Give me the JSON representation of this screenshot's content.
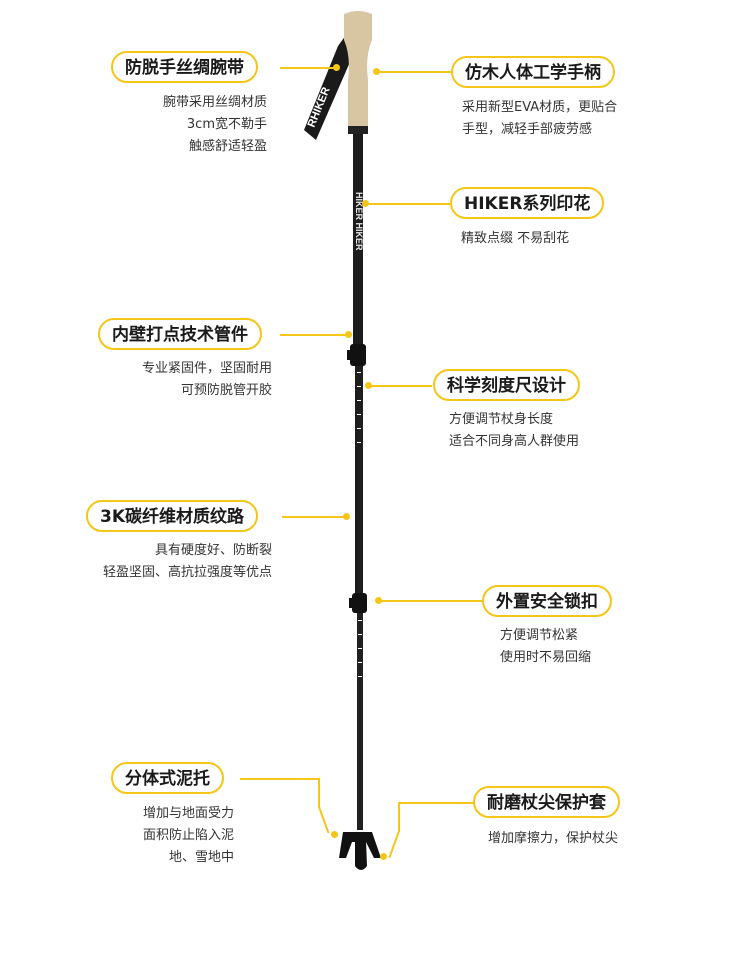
{
  "features": [
    {
      "id": "strap",
      "title": "防脱手丝绸腕带",
      "desc": [
        "腕带采用丝绸材质",
        "3cm宽不勒手",
        "触感舒适轻盈"
      ]
    },
    {
      "id": "grip",
      "title": "仿木人体工学手柄",
      "desc": [
        "采用新型EVA材质，更贴合",
        "手型，减轻手部疲劳感"
      ]
    },
    {
      "id": "print",
      "title": "HIKER系列印花",
      "desc": [
        "精致点缀 不易刮花"
      ]
    },
    {
      "id": "pipe",
      "title": "内壁打点技术管件",
      "desc": [
        "专业紧固件，坚固耐用",
        "可预防脱管开胶"
      ]
    },
    {
      "id": "scale",
      "title": "科学刻度尺设计",
      "desc": [
        "方便调节杖身长度",
        "适合不同身高人群使用"
      ]
    },
    {
      "id": "carbon",
      "title": "3K碳纤维材质纹路",
      "desc": [
        "具有硬度好、防断裂",
        "轻盈坚固、高抗拉强度等优点"
      ]
    },
    {
      "id": "lock",
      "title": "外置安全锁扣",
      "desc": [
        "方便调节松紧",
        "使用时不易回缩"
      ]
    },
    {
      "id": "basket",
      "title": "分体式泥托",
      "desc": [
        "增加与地面受力",
        "面积防止陷入泥",
        "地、雪地中"
      ]
    },
    {
      "id": "tip",
      "title": "耐磨杖尖保护套",
      "desc": [
        "增加摩擦力，保护杖尖"
      ]
    }
  ],
  "pole": {
    "strap_print": "RHIKER",
    "shaft_print": "HIKER HIKER"
  },
  "colors": {
    "accent": "#f5c518",
    "pole": "#1c1c1c",
    "grip": "#d8c6a3"
  }
}
